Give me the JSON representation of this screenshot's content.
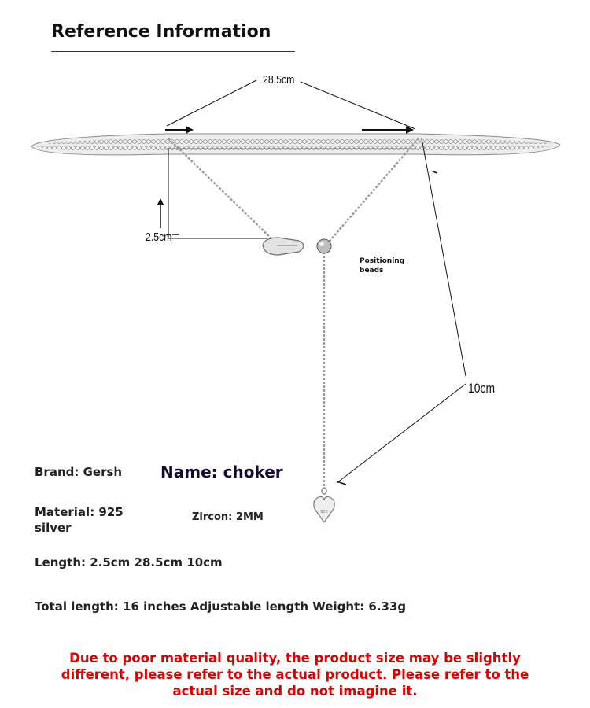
{
  "header": {
    "title": "Reference Information"
  },
  "diagram": {
    "dim_top": "28.5cm",
    "dim_left": "2.5cm",
    "dim_right": "10cm",
    "bead_note": "Positioning beads",
    "charm_engraving": "925"
  },
  "info": {
    "brand": "Brand: Gersh",
    "name": "Name: choker",
    "material": "Material: 925 silver",
    "zircon": "Zircon: 2MM",
    "length": "Length: 2.5cm 28.5cm 10cm",
    "total": "Total length: 16 inches Adjustable length Weight: 6.33g"
  },
  "warning": "Due to poor material quality, the product size may be slightly different, please refer to the actual product. Please refer to the actual size and do not imagine it.",
  "colors": {
    "warning": "#e00000",
    "metal": "#9a9a9a"
  }
}
